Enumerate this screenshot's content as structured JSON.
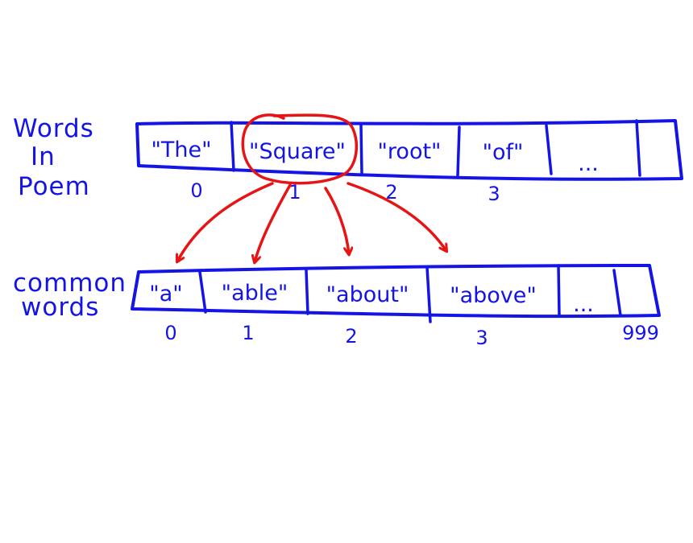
{
  "poem": {
    "label_lines": [
      "Words",
      "In",
      "Poem"
    ],
    "cells": [
      "\"The\"",
      "\"Square\"",
      "\"root\"",
      "\"of\"",
      "...",
      ""
    ],
    "indices": [
      "0",
      "1",
      "2",
      "3"
    ],
    "highlighted_cell": 1
  },
  "common": {
    "label_lines": [
      "common",
      "words"
    ],
    "cells": [
      "\"a\"",
      "\"able\"",
      "\"about\"",
      "\"above\"",
      "...",
      ""
    ],
    "indices": [
      "0",
      "1",
      "2",
      "3",
      "999"
    ]
  },
  "colors": {
    "ink": "#1414e6",
    "highlight": "#e61414",
    "background": "#ffffff"
  }
}
